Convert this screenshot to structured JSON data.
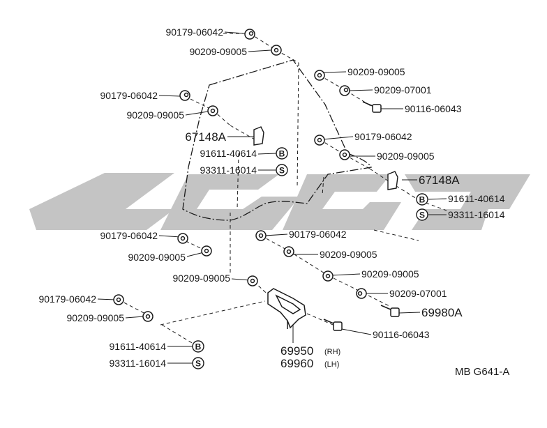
{
  "diagram_code": "MB  G641-A",
  "watermark_text": "",
  "colors": {
    "ink": "#1a1a1a",
    "watermark": "#c4c4c4",
    "background": "#ffffff"
  },
  "labels": {
    "p1": "90179-06042",
    "p2": "90209-09005",
    "p3": "90209-09005",
    "p4": "90209-07001",
    "p5": "90116-06043",
    "p6": "90179-06042",
    "p7": "90209-09005",
    "p8": "67148A",
    "p9": "91611-40614",
    "p10": "93311-16014",
    "p11": "90179-06042",
    "p12": "90209-09005",
    "p13": "67148A",
    "p14": "91611-40614",
    "p15": "93311-16014",
    "p16": "90179-06042",
    "p17": "90209-09005",
    "p18": "90179-06042",
    "p19": "90209-09005",
    "p20": "90209-09005",
    "p21": "90209-09005",
    "p22": "90209-07001",
    "p23": "69980A",
    "p24": "90179-06042",
    "p25": "90209-09005",
    "p26": "91611-40614",
    "p27": "90116-06043",
    "p28": "93311-16014",
    "p29": "69950",
    "p29_suffix": "(RH)",
    "p30": "69960",
    "p30_suffix": "(LH)"
  },
  "markers": {
    "b": "B",
    "s": "S"
  }
}
